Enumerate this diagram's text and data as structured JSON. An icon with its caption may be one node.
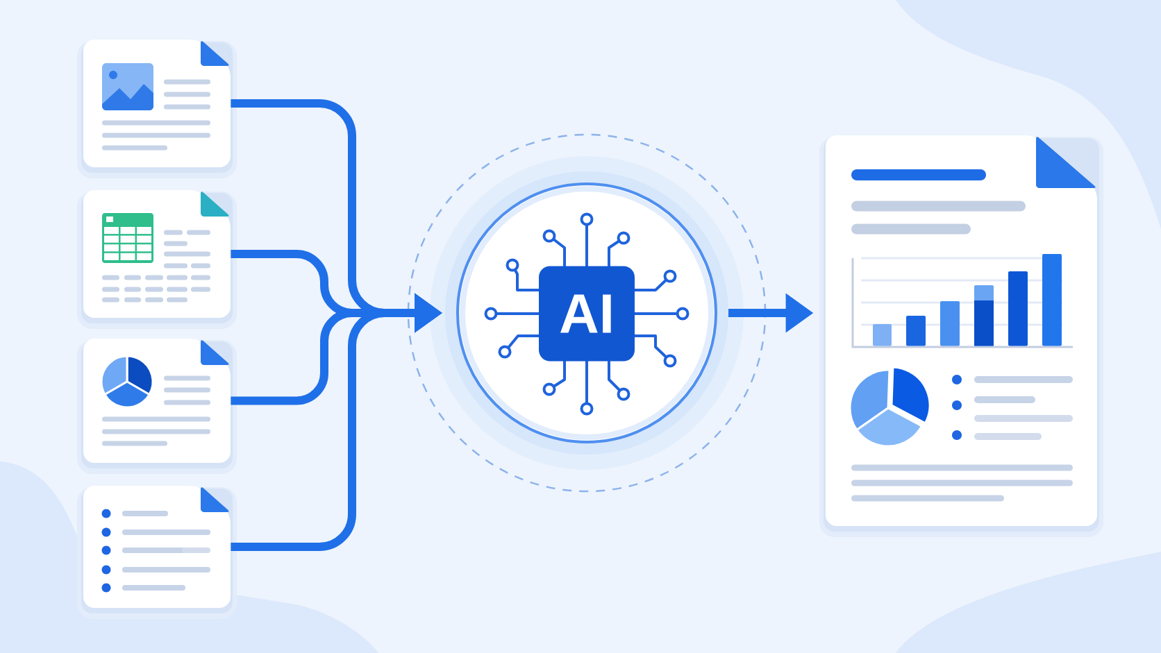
{
  "diagram": {
    "nodes": [
      {
        "text": [],
        "shape": "document"
      },
      {
        "text": [],
        "shape": "document"
      },
      {
        "text": [],
        "shape": "document"
      },
      {
        "text": [],
        "shape": "document"
      },
      {
        "text": [],
        "shape": "circle"
      },
      {
        "text": [
          "AI"
        ],
        "in": 4
      },
      {
        "text": [],
        "shape": "document"
      }
    ],
    "edges": [
      {
        "from": 0,
        "to": 4,
        "arrow": "to"
      },
      {
        "from": 1,
        "to": 4,
        "arrow": "to"
      },
      {
        "from": 2,
        "to": 4,
        "arrow": "to"
      },
      {
        "from": 3,
        "to": 4,
        "arrow": "to"
      },
      {
        "from": 4,
        "to": 6,
        "arrow": "to"
      }
    ]
  }
}
